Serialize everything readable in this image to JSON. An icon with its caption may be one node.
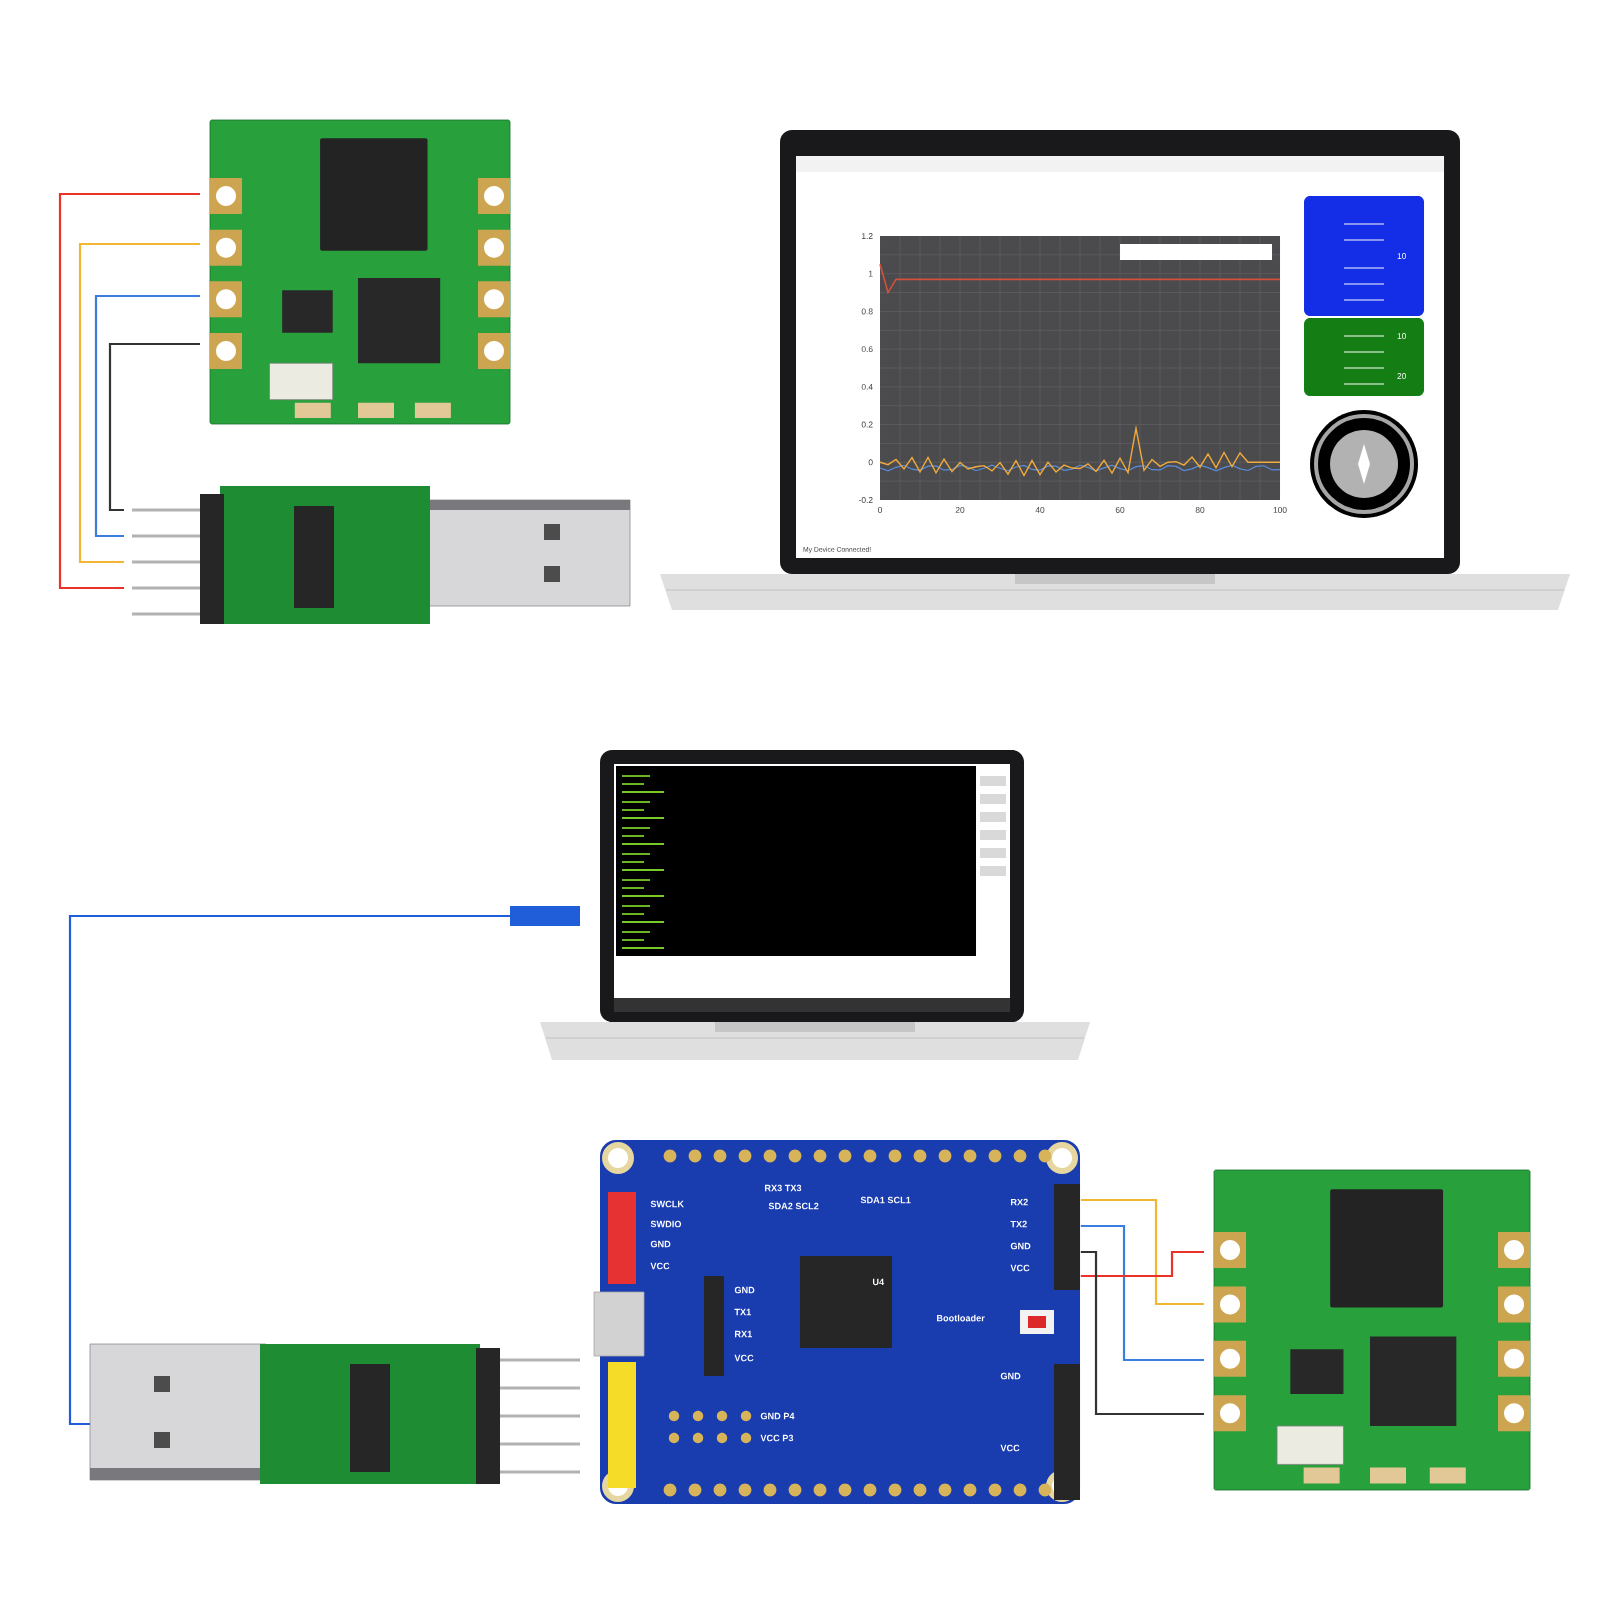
{
  "diagram": {
    "nodes": [
      {
        "text": [],
        "shape": "picture"
      },
      {
        "text": [],
        "shape": "picture"
      },
      {
        "text": [
          "1.2",
          "1",
          "0.8",
          "0.6",
          "0.4",
          "0.2",
          "0",
          "-0.2",
          "0",
          "20",
          "40",
          "60",
          "80",
          "100",
          "10",
          "10",
          "20",
          "My Device Connected!"
        ]
      },
      {
        "text": [],
        "shape": "picture"
      },
      {
        "text": [],
        "shape": "picture"
      },
      {
        "text": [
          "SWCLK",
          "SWDIO",
          "GND",
          "VCC",
          "RX3 TX3",
          "SDA2 SCL2",
          "SDA1 SCL1",
          "RX2",
          "TX2",
          "GND",
          "VCC",
          "Bootloader",
          "GND",
          "TX1",
          "RX1",
          "VCC",
          "U4",
          "GND P4",
          "VCC P3",
          "GND",
          "VCC"
        ]
      },
      {
        "text": [],
        "shape": "picture"
      }
    ],
    "edges": [
      {
        "from": 0,
        "to": 1,
        "arrow": "none",
        "color": "#e8322a"
      },
      {
        "from": 0,
        "to": 1,
        "arrow": "none",
        "color": "#f2b632"
      },
      {
        "from": 0,
        "to": 1,
        "arrow": "none",
        "color": "#3a7fe0"
      },
      {
        "from": 0,
        "to": 1,
        "arrow": "none",
        "color": "#333333"
      },
      {
        "from": 3,
        "to": 4,
        "arrow": "none",
        "color": "#1f5ed8"
      },
      {
        "from": 5,
        "to": 6,
        "arrow": "none",
        "color": "#f2b632"
      },
      {
        "from": 5,
        "to": 6,
        "arrow": "none",
        "color": "#3a7fe0"
      },
      {
        "from": 5,
        "to": 6,
        "arrow": "none",
        "color": "#e8322a"
      },
      {
        "from": 5,
        "to": 6,
        "arrow": "none",
        "color": "#333333"
      }
    ]
  }
}
